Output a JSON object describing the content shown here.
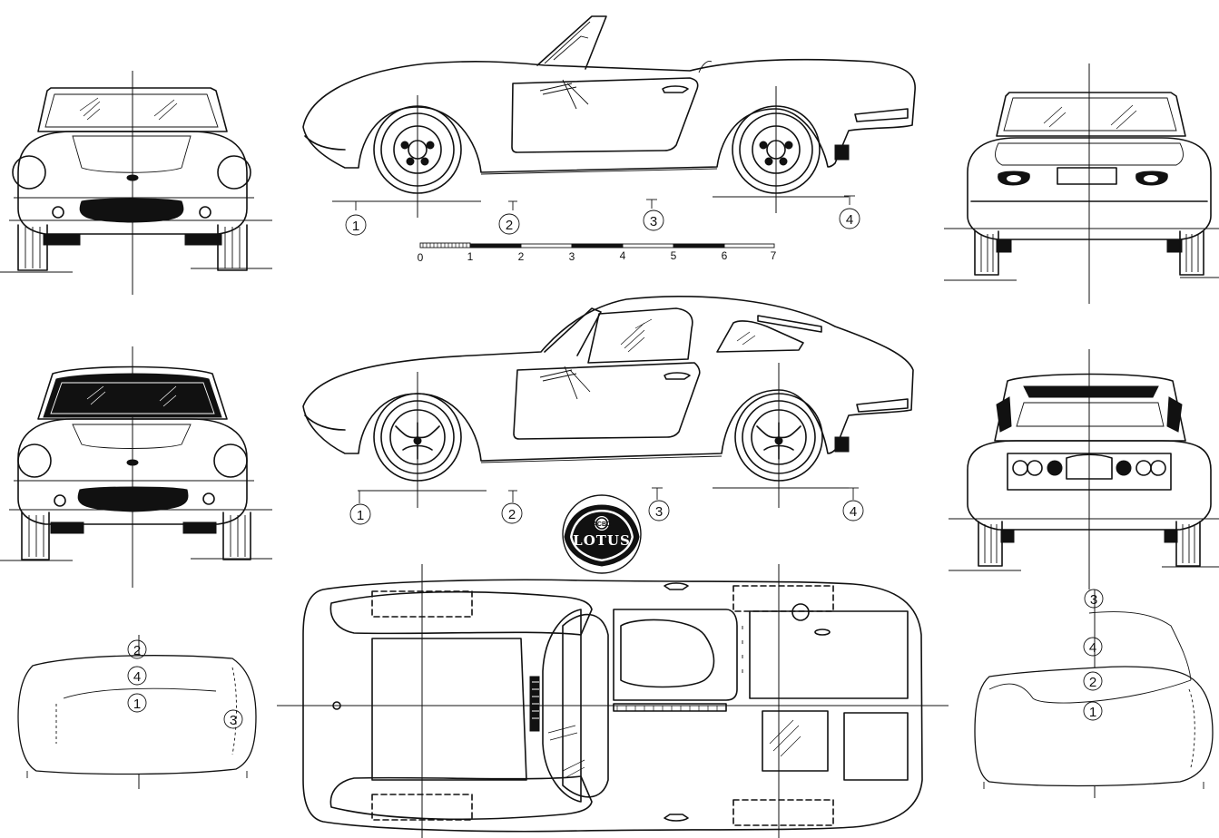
{
  "scale_bar": {
    "labels": [
      "0",
      "1",
      "2",
      "3",
      "4",
      "5",
      "6",
      "7"
    ]
  },
  "section_markers": {
    "convertible_side": [
      "1",
      "2",
      "3",
      "4"
    ],
    "coupe_side": [
      "1",
      "2",
      "3",
      "4"
    ],
    "section_left": [
      "2",
      "4",
      "1",
      "3"
    ],
    "section_right": [
      "3",
      "4",
      "2",
      "1"
    ]
  },
  "logo": {
    "text": "LOTUS",
    "monogram": "ACBC"
  }
}
